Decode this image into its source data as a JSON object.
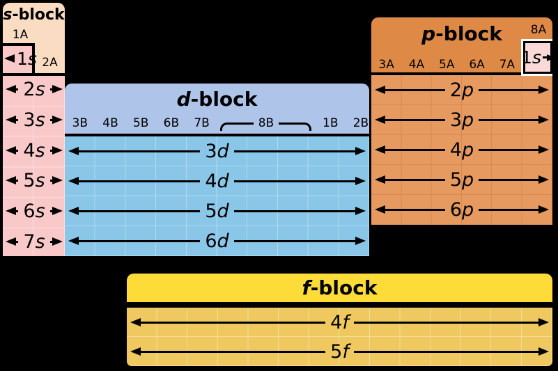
{
  "background_color": "#000000",
  "blocks": {
    "s_block": {
      "title_letter": "s",
      "title_suffix": "-block",
      "header_color": "#FADCC3",
      "body_color": "#F9C9C9",
      "group_labels": {
        "g1a": "1A",
        "g2a": "2A"
      },
      "row_1s": {
        "num": "1",
        "orb": "s"
      },
      "rows": [
        {
          "num": "2",
          "orb": "s"
        },
        {
          "num": "3",
          "orb": "s"
        },
        {
          "num": "4",
          "orb": "s"
        },
        {
          "num": "5",
          "orb": "s"
        },
        {
          "num": "6",
          "orb": "s"
        },
        {
          "num": "7",
          "orb": "s"
        }
      ]
    },
    "d_block": {
      "title_letter": "d",
      "title_suffix": "-block",
      "header_color": "#AEC4E8",
      "body_color": "#8AC6E8",
      "group_labels_left": [
        "3B",
        "4B",
        "5B",
        "6B",
        "7B"
      ],
      "group_label_center": "8B",
      "group_labels_right": [
        "1B",
        "2B"
      ],
      "rows": [
        {
          "num": "3",
          "orb": "d"
        },
        {
          "num": "4",
          "orb": "d"
        },
        {
          "num": "5",
          "orb": "d"
        },
        {
          "num": "6",
          "orb": "d"
        }
      ]
    },
    "p_block": {
      "title_letter": "p",
      "title_suffix": "-block",
      "header_color": "#DE8A46",
      "body_color": "#E69A60",
      "group_labels": [
        "3A",
        "4A",
        "5A",
        "6A",
        "7A"
      ],
      "group_label_8a": "8A",
      "helium_cell": {
        "num": "1",
        "orb": "s"
      },
      "rows": [
        {
          "num": "2",
          "orb": "p"
        },
        {
          "num": "3",
          "orb": "p"
        },
        {
          "num": "4",
          "orb": "p"
        },
        {
          "num": "5",
          "orb": "p"
        },
        {
          "num": "6",
          "orb": "p"
        }
      ]
    },
    "f_block": {
      "title_letter": "f",
      "title_suffix": "-block",
      "header_color": "#FDDC3A",
      "body_color": "#EFC95F",
      "rows": [
        {
          "num": "4",
          "orb": "f"
        },
        {
          "num": "5",
          "orb": "f"
        }
      ]
    }
  }
}
